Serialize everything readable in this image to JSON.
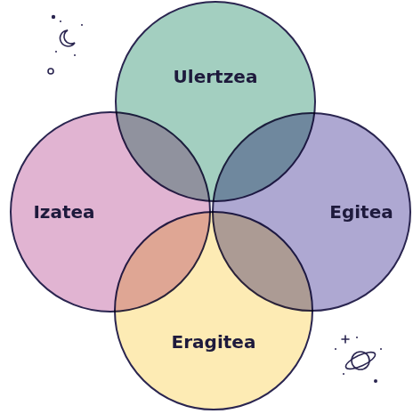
{
  "diagram": {
    "nodes": [
      {
        "text": [
          "Ulertzea"
        ]
      },
      {
        "text": [
          "Izatea"
        ]
      },
      {
        "text": [
          "Egitea"
        ]
      },
      {
        "text": [
          "Eragitea"
        ]
      }
    ]
  }
}
